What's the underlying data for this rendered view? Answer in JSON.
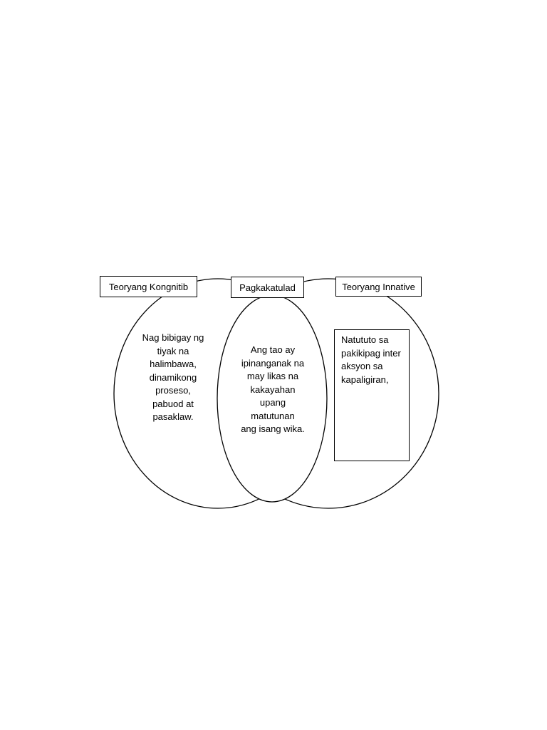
{
  "labels": {
    "left": "Teoryang Kongnitib",
    "center": "Pagkakatulad",
    "right": "Teoryang Innative"
  },
  "texts": {
    "left": "Nag bibigay ng\ntiyak na\nhalimbawa,\ndinamikong\nproseso,\npabuod at\npasaklaw.",
    "center": "Ang tao ay\nipinanganak na\nmay likas na\nkakayahan\nupang\nmatutunan\nang isang wika.",
    "right": "Natututo sa\npakikipag inter\naksyon sa\nkapaligiran,"
  },
  "colors": {
    "stroke": "#000000",
    "background": "#ffffff"
  }
}
